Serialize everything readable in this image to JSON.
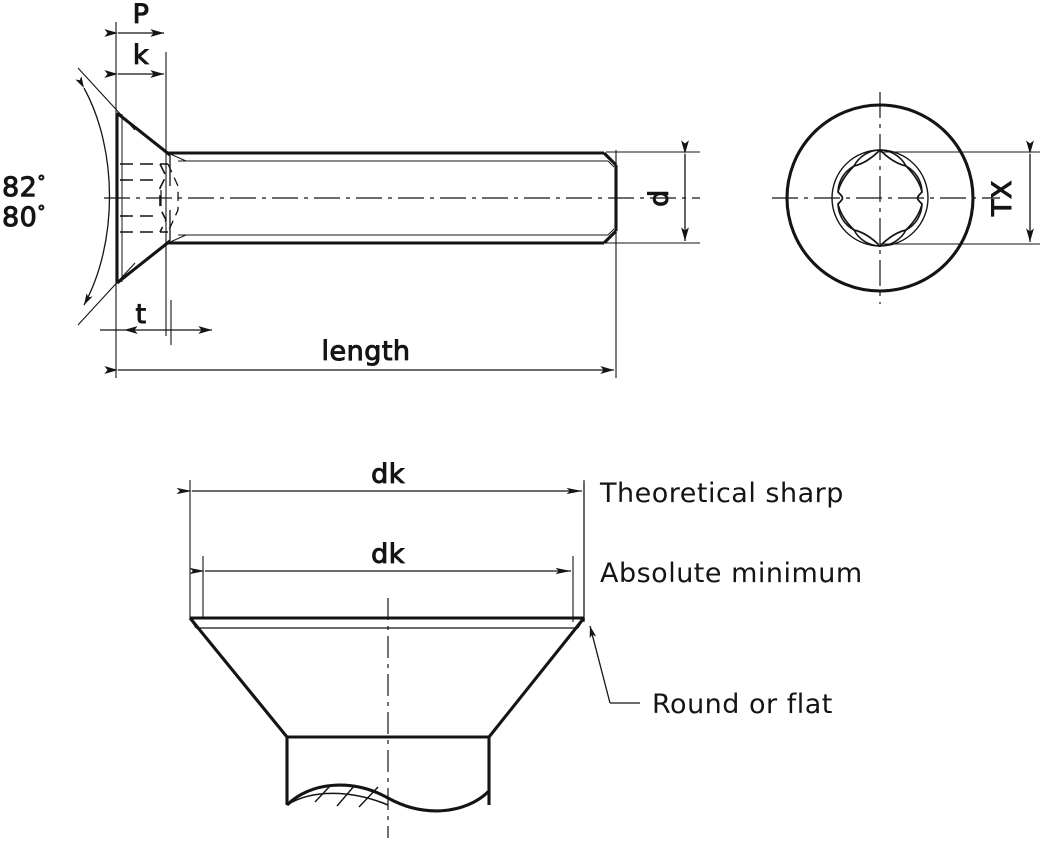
{
  "drawing": {
    "title": "Countersunk flat head Torx machine screw — dimensioned engineering drawing",
    "line_color": "#141414",
    "background_color": "#ffffff",
    "views": [
      {
        "name": "side-elevation-view",
        "description": "Side view of flat countersunk head screw with hidden Torx recess"
      },
      {
        "name": "head-end-view",
        "description": "End view of head showing circular head outline and six-lobe Torx socket"
      },
      {
        "name": "head-detail-view",
        "description": "Enlarged countersunk head detail showing theoretical sharp and absolute minimum head diameters"
      }
    ]
  },
  "labels": {
    "pitch": "P",
    "head_height": "k",
    "recess_depth": "t",
    "length": "length",
    "shank_diameter": "d",
    "torx_size": "TX",
    "angle_upper": "82",
    "angle_lower": "80",
    "degree_symbol": "°",
    "head_diameter_theoretical": "dk",
    "head_diameter_minimum": "dk",
    "note_theoretical_sharp": "Theoretical sharp",
    "note_absolute_minimum": "Absolute minimum",
    "note_round_or_flat": "Round or flat"
  },
  "icons": {
    "arrow": "dimension-arrow",
    "centerline": "center-line",
    "hidden_line": "hidden-dashed-line",
    "break_line": "break-line"
  }
}
